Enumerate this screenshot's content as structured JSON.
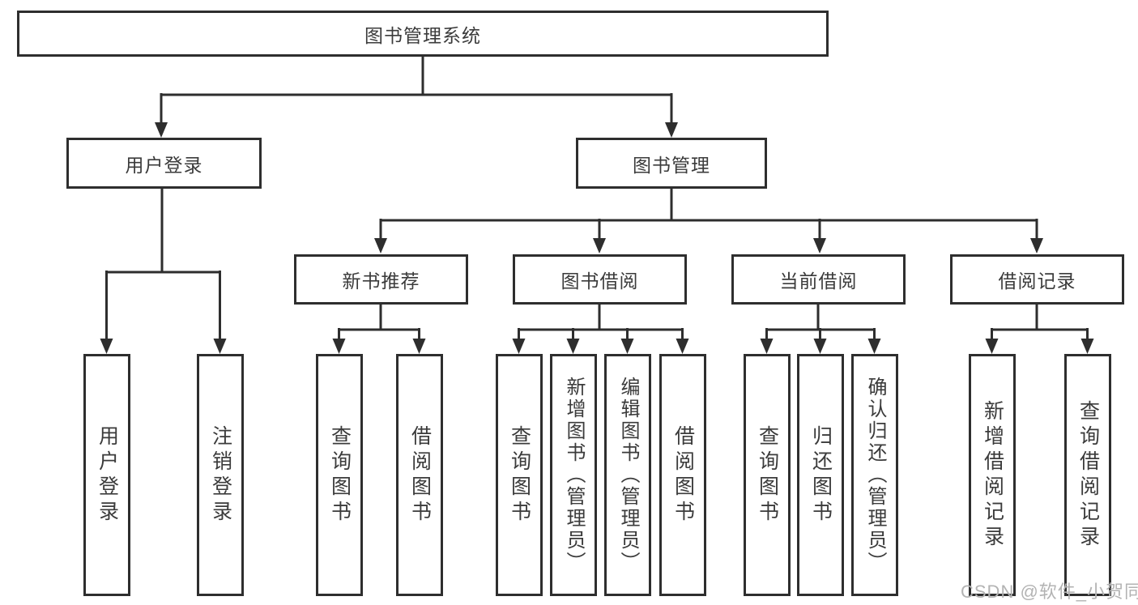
{
  "diagram": {
    "root": {
      "label": "图书管理系统"
    },
    "level2": [
      {
        "label": "用户登录"
      },
      {
        "label": "图书管理"
      }
    ],
    "level3": [
      {
        "label": "新书推荐"
      },
      {
        "label": "图书借阅"
      },
      {
        "label": "当前借阅"
      },
      {
        "label": "借阅记录"
      }
    ],
    "leaves": {
      "user_login": [
        {
          "label": "用户登录"
        },
        {
          "label": "注销登录"
        }
      ],
      "new_books": [
        {
          "label": "查询图书"
        },
        {
          "label": "借阅图书"
        }
      ],
      "book_borrow": [
        {
          "label": "查询图书"
        },
        {
          "label": "新增图书（管理员）"
        },
        {
          "label": "编辑图书（管理员）"
        },
        {
          "label": "借阅图书"
        }
      ],
      "current_borrow": [
        {
          "label": "查询图书"
        },
        {
          "label": "归还图书"
        },
        {
          "label": "确认归还（管理员）"
        }
      ],
      "records": [
        {
          "label": "新增借阅记录"
        },
        {
          "label": "查询借阅记录"
        }
      ]
    },
    "colors": {
      "line": "#2e2e2e",
      "text": "#3b3b3b",
      "watermark": "#b3b3b3"
    },
    "watermark": "CSDN @软件_小贺同学"
  }
}
